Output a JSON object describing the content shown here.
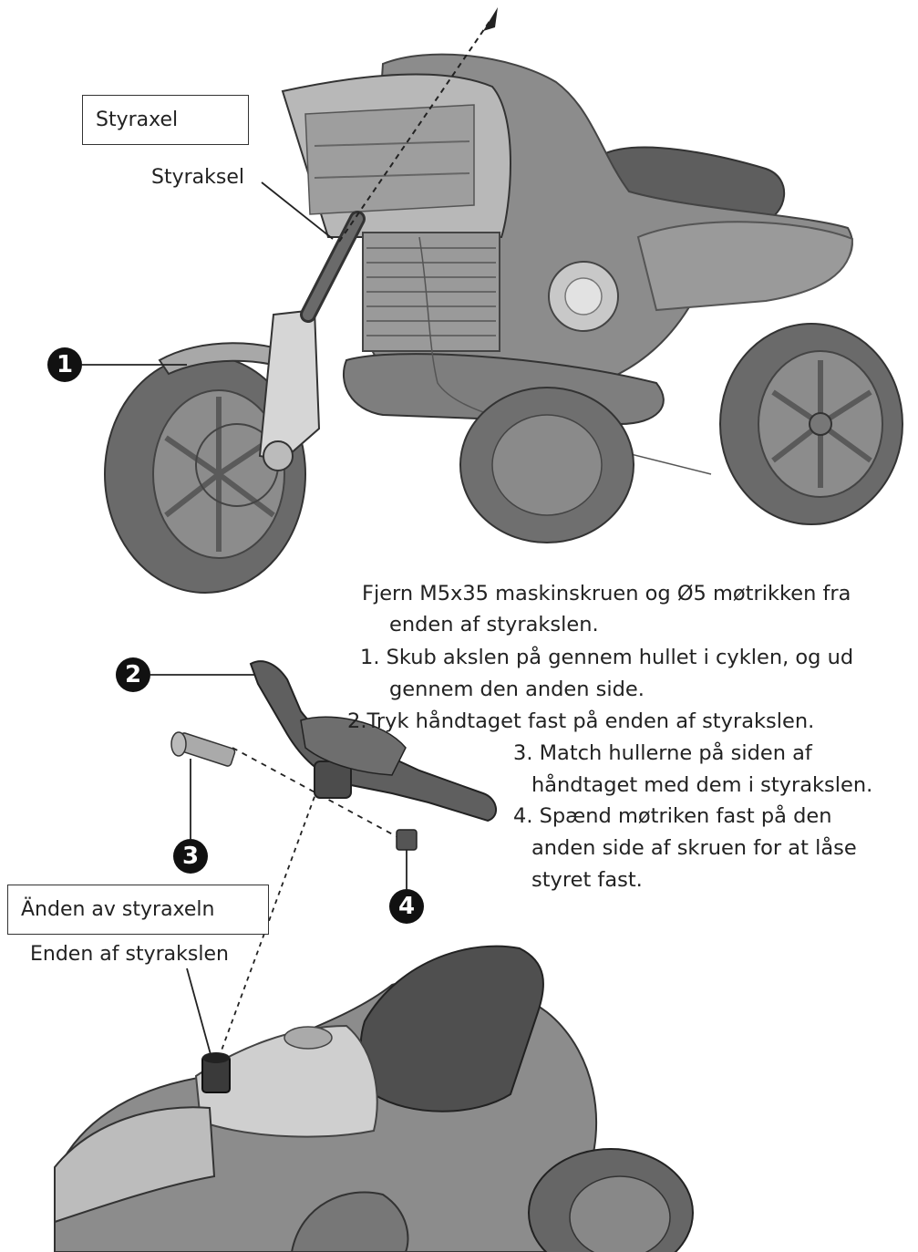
{
  "labels": {
    "steering_axle_box": "Styraxel",
    "steering_axle": "Styraksel",
    "axle_end_box": "Änden av styraxeln",
    "axle_end": "Enden af styrakslen"
  },
  "callouts": {
    "c1": "1",
    "c2": "2",
    "c3": "3",
    "c4": "4"
  },
  "instructions": {
    "line1": "Fjern M5x35 maskinskruen og Ø5 møtrikken fra",
    "line2": "enden af styrakslen.",
    "line3": "1. Skub akslen på gennem hullet i cyklen, og ud",
    "line4": "gennem den anden side.",
    "line5": "2.Tryk håndtaget fast på enden af styrakslen.",
    "line6": "3. Match hullerne på siden af",
    "line7": "håndtaget med dem i styrakslen.",
    "line8": "4. Spænd møtriken fast på den",
    "line9": "anden side af skruen for at låse",
    "line10": "styret fast."
  }
}
